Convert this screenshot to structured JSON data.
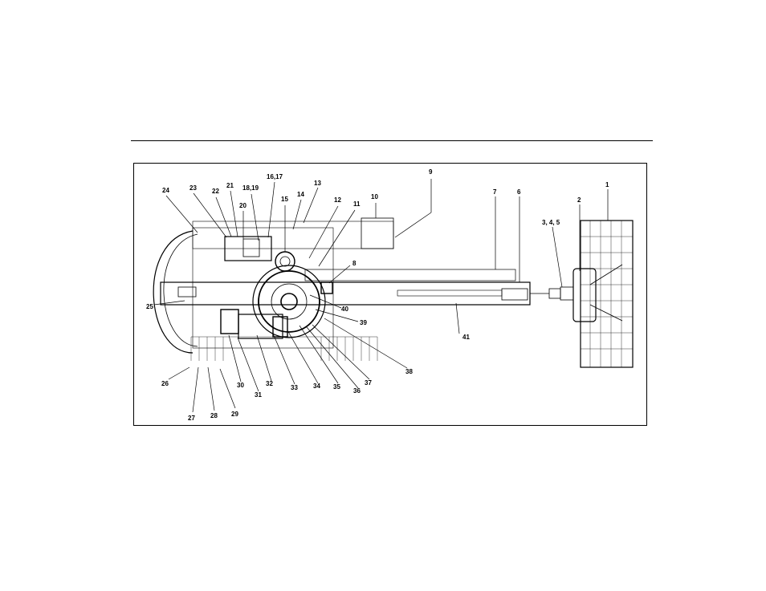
{
  "figure": {
    "callouts": [
      "1",
      "2",
      "3, 4, 5",
      "6",
      "7",
      "8",
      "9",
      "10",
      "11",
      "12",
      "13",
      "14",
      "15",
      "16,17",
      "18,19",
      "20",
      "21",
      "22",
      "23",
      "24",
      "25",
      "26",
      "27",
      "28",
      "29",
      "30",
      "31",
      "32",
      "33",
      "34",
      "35",
      "36",
      "37",
      "38",
      "39",
      "40",
      "41"
    ]
  }
}
